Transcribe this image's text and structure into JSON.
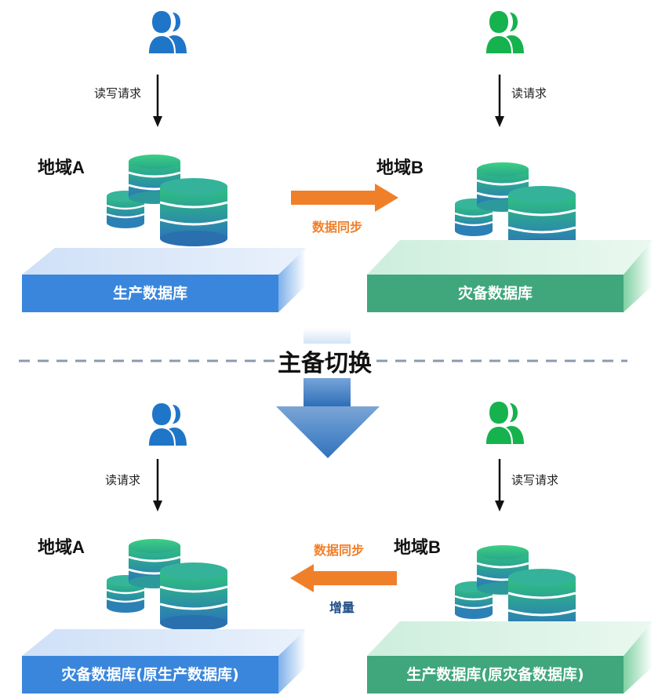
{
  "colors": {
    "blue": "#2f7fd6",
    "green": "#2eb562",
    "orange": "#f07f2a",
    "teal_db": "#2a9db0",
    "dash": "#8a9bb0"
  },
  "switch_label": "主备切换",
  "top": {
    "region_a": {
      "title": "地域A",
      "request_label": "读写请求",
      "platform_label": "生产数据库",
      "user_icon": "users-icon"
    },
    "region_b": {
      "title": "地域B",
      "request_label": "读请求",
      "platform_label": "灾备数据库",
      "user_icon": "users-icon"
    },
    "sync": {
      "label": "数据同步",
      "direction": "A→B"
    }
  },
  "bottom": {
    "region_a": {
      "title": "地域A",
      "request_label": "读请求",
      "platform_label": "灾备数据库(原生产数据库)",
      "user_icon": "users-icon"
    },
    "region_b": {
      "title": "地域B",
      "request_label": "读写请求",
      "platform_label": "生产数据库(原灾备数据库)",
      "user_icon": "users-icon"
    },
    "sync": {
      "label": "数据同步",
      "sublabel": "增量",
      "direction": "B→A"
    }
  }
}
